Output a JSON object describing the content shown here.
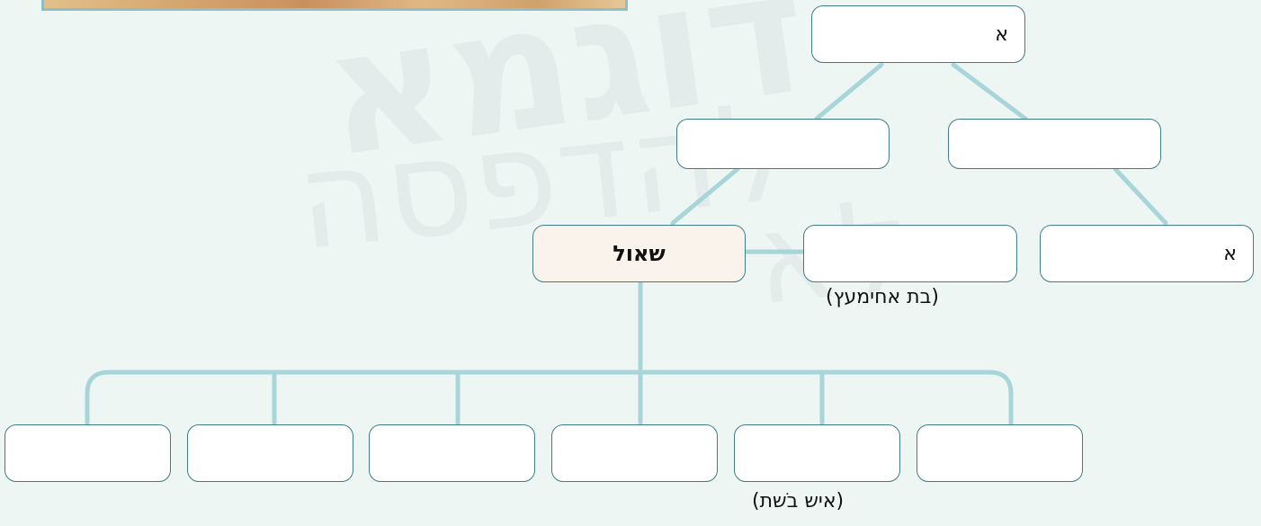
{
  "colors": {
    "background": "#eef6f4",
    "connector": "#a8d5d8",
    "box_border": "#3f7d86",
    "main_fill": "#faf3ec"
  },
  "watermark": {
    "line1": "דוגמא",
    "line2": "להדפסה",
    "line3": "לא"
  },
  "tree": {
    "top": {
      "label": "א"
    },
    "middle_left": {
      "label": ""
    },
    "middle_right": {
      "label": ""
    },
    "main": {
      "label": "שאול"
    },
    "wife": {
      "label": "",
      "note": "(בת אחימעץ)"
    },
    "right": {
      "label": "א"
    },
    "children": [
      {
        "label": "",
        "note": ""
      },
      {
        "label": "",
        "note": ""
      },
      {
        "label": "",
        "note": ""
      },
      {
        "label": "",
        "note": ""
      },
      {
        "label": "",
        "note": "(איש בֹשת)"
      },
      {
        "label": "",
        "note": ""
      }
    ]
  }
}
